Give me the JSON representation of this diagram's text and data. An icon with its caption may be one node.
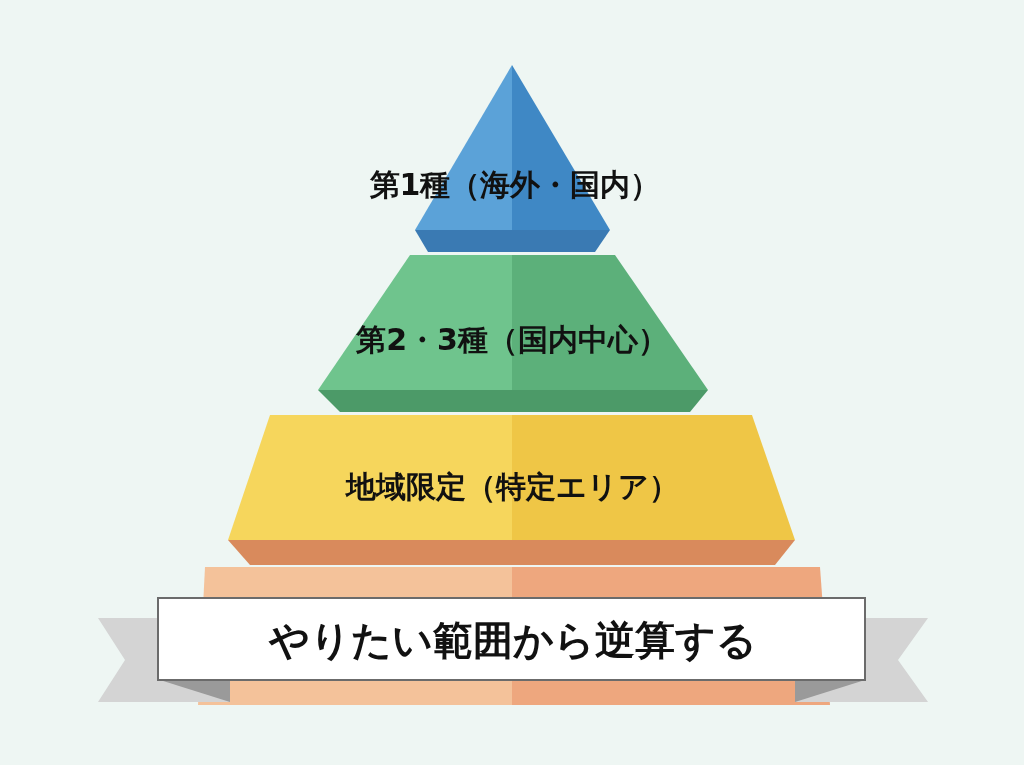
{
  "diagram": {
    "nodes": [
      {
        "text": [
          "第1種（海外・国内）"
        ]
      },
      {
        "text": [
          "第2・3種（国内中心）"
        ]
      },
      {
        "text": [
          "地域限定（特定エリア）"
        ]
      },
      {
        "text": [],
        "shape": "box"
      },
      {
        "text": [
          "やりたい範囲から逆算する"
        ]
      }
    ]
  }
}
